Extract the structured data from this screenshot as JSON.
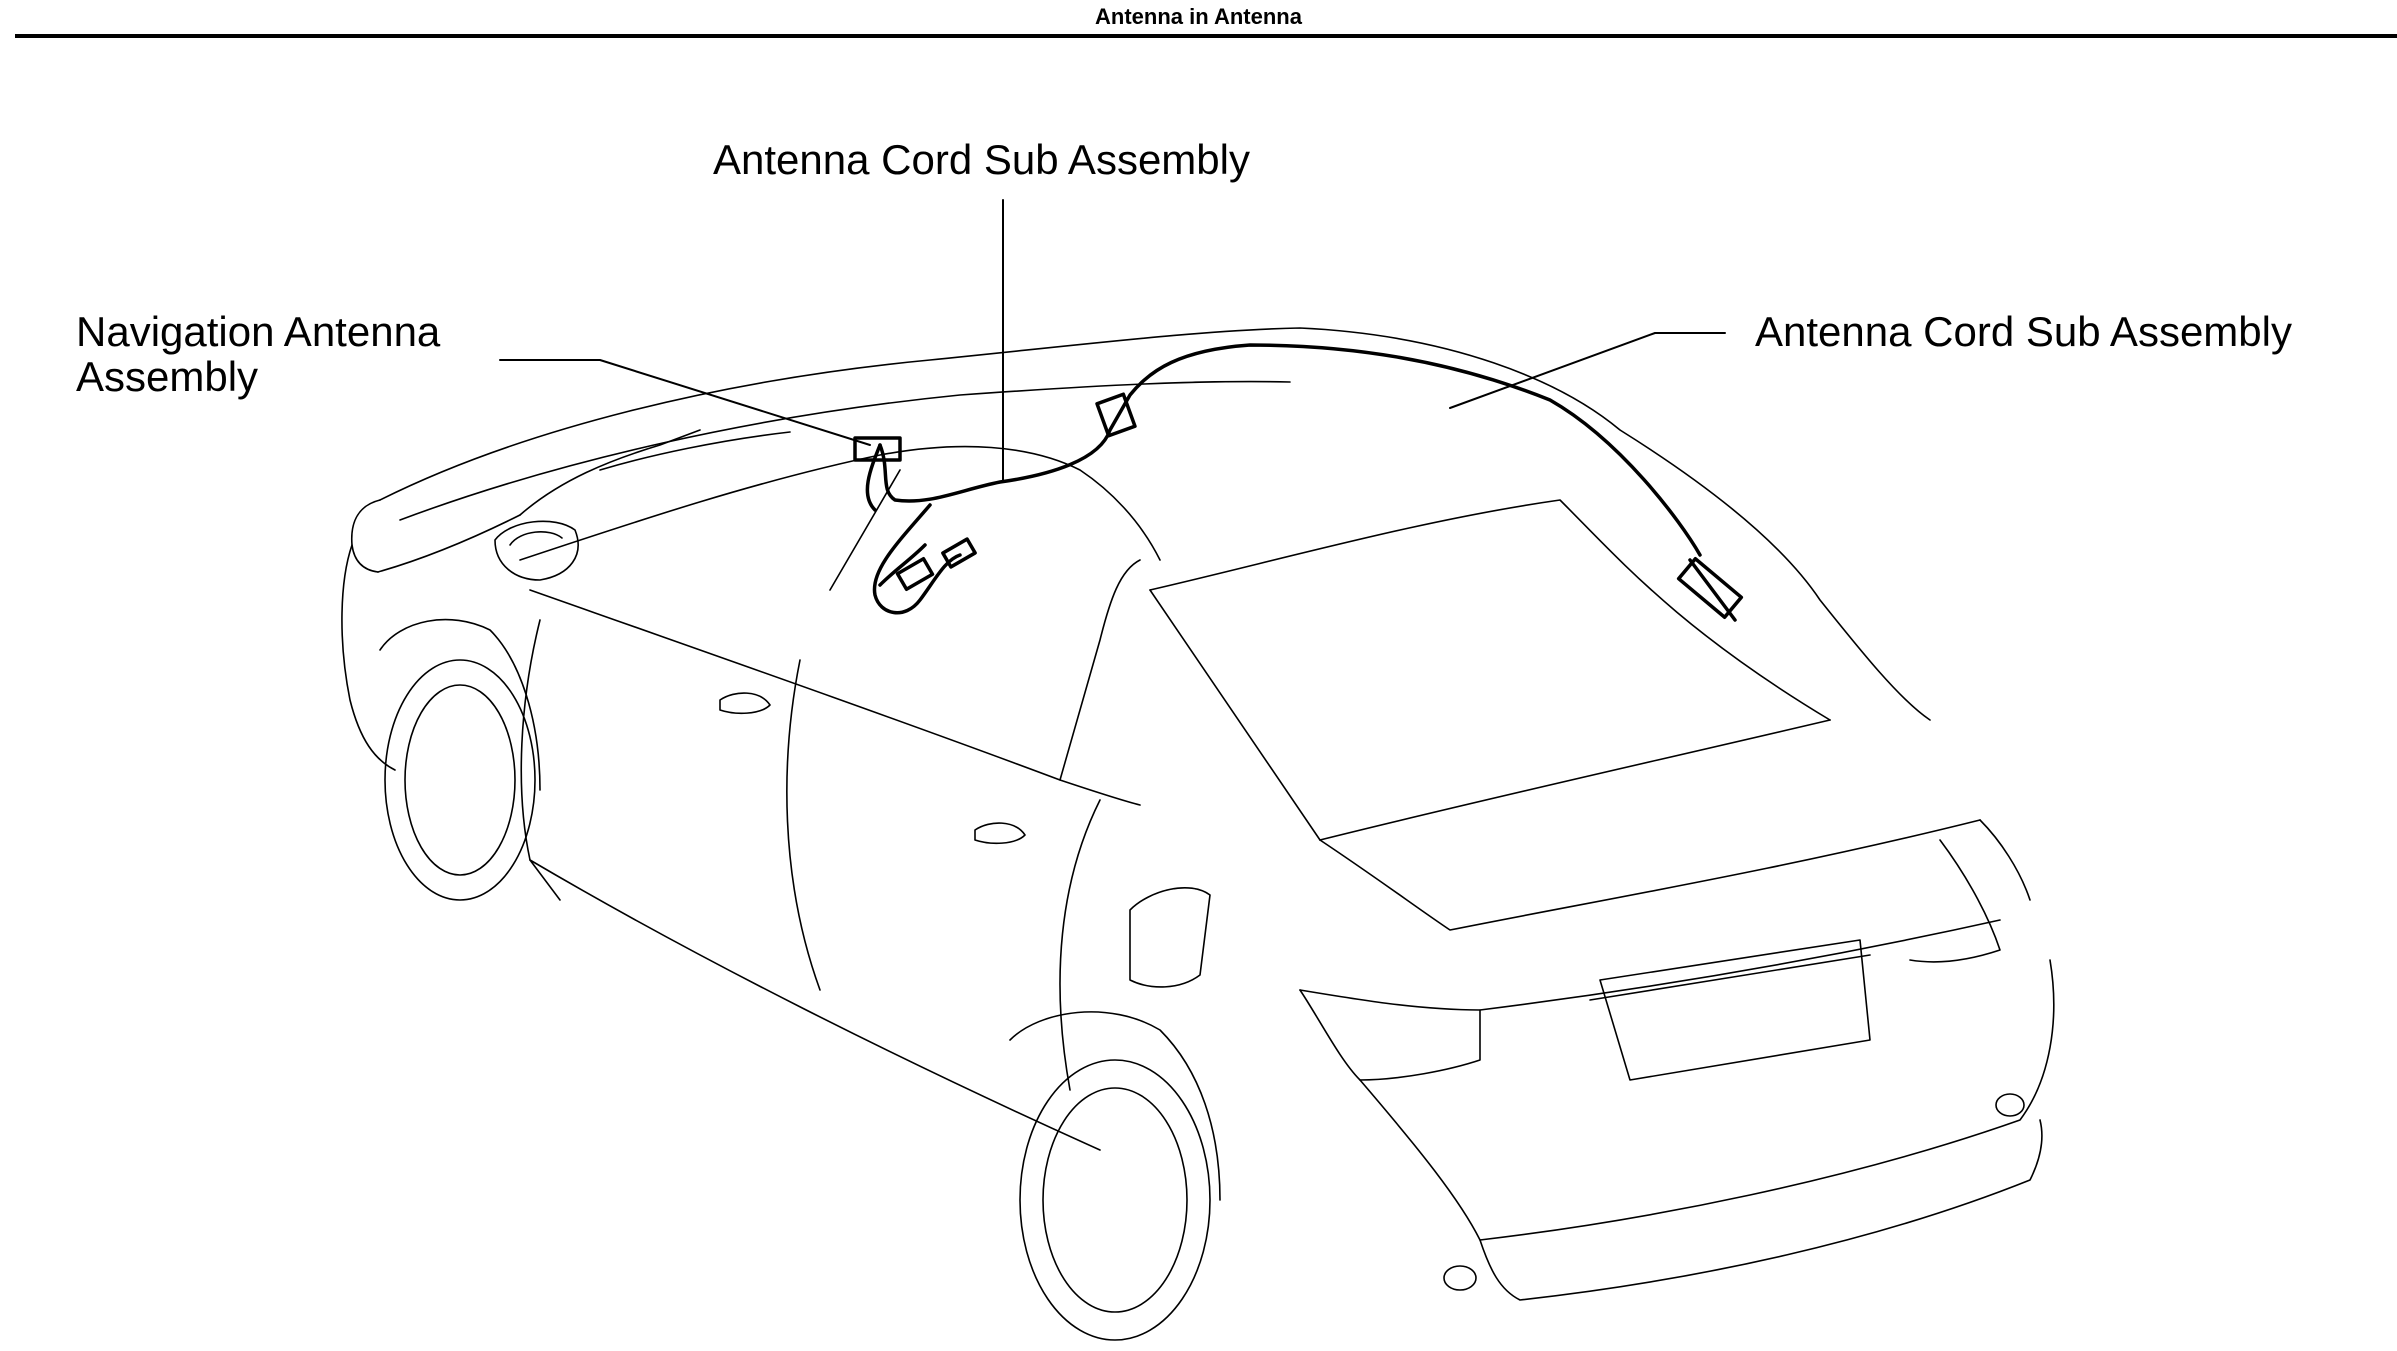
{
  "header": {
    "title": "Antenna in Antenna"
  },
  "callouts": {
    "cord_top": "Antenna Cord Sub Assembly",
    "cord_right": "Antenna Cord Sub Assembly",
    "nav_line1": "Navigation Antenna",
    "nav_line2": "Assembly"
  },
  "colors": {
    "line": "#000000",
    "background": "#ffffff"
  }
}
